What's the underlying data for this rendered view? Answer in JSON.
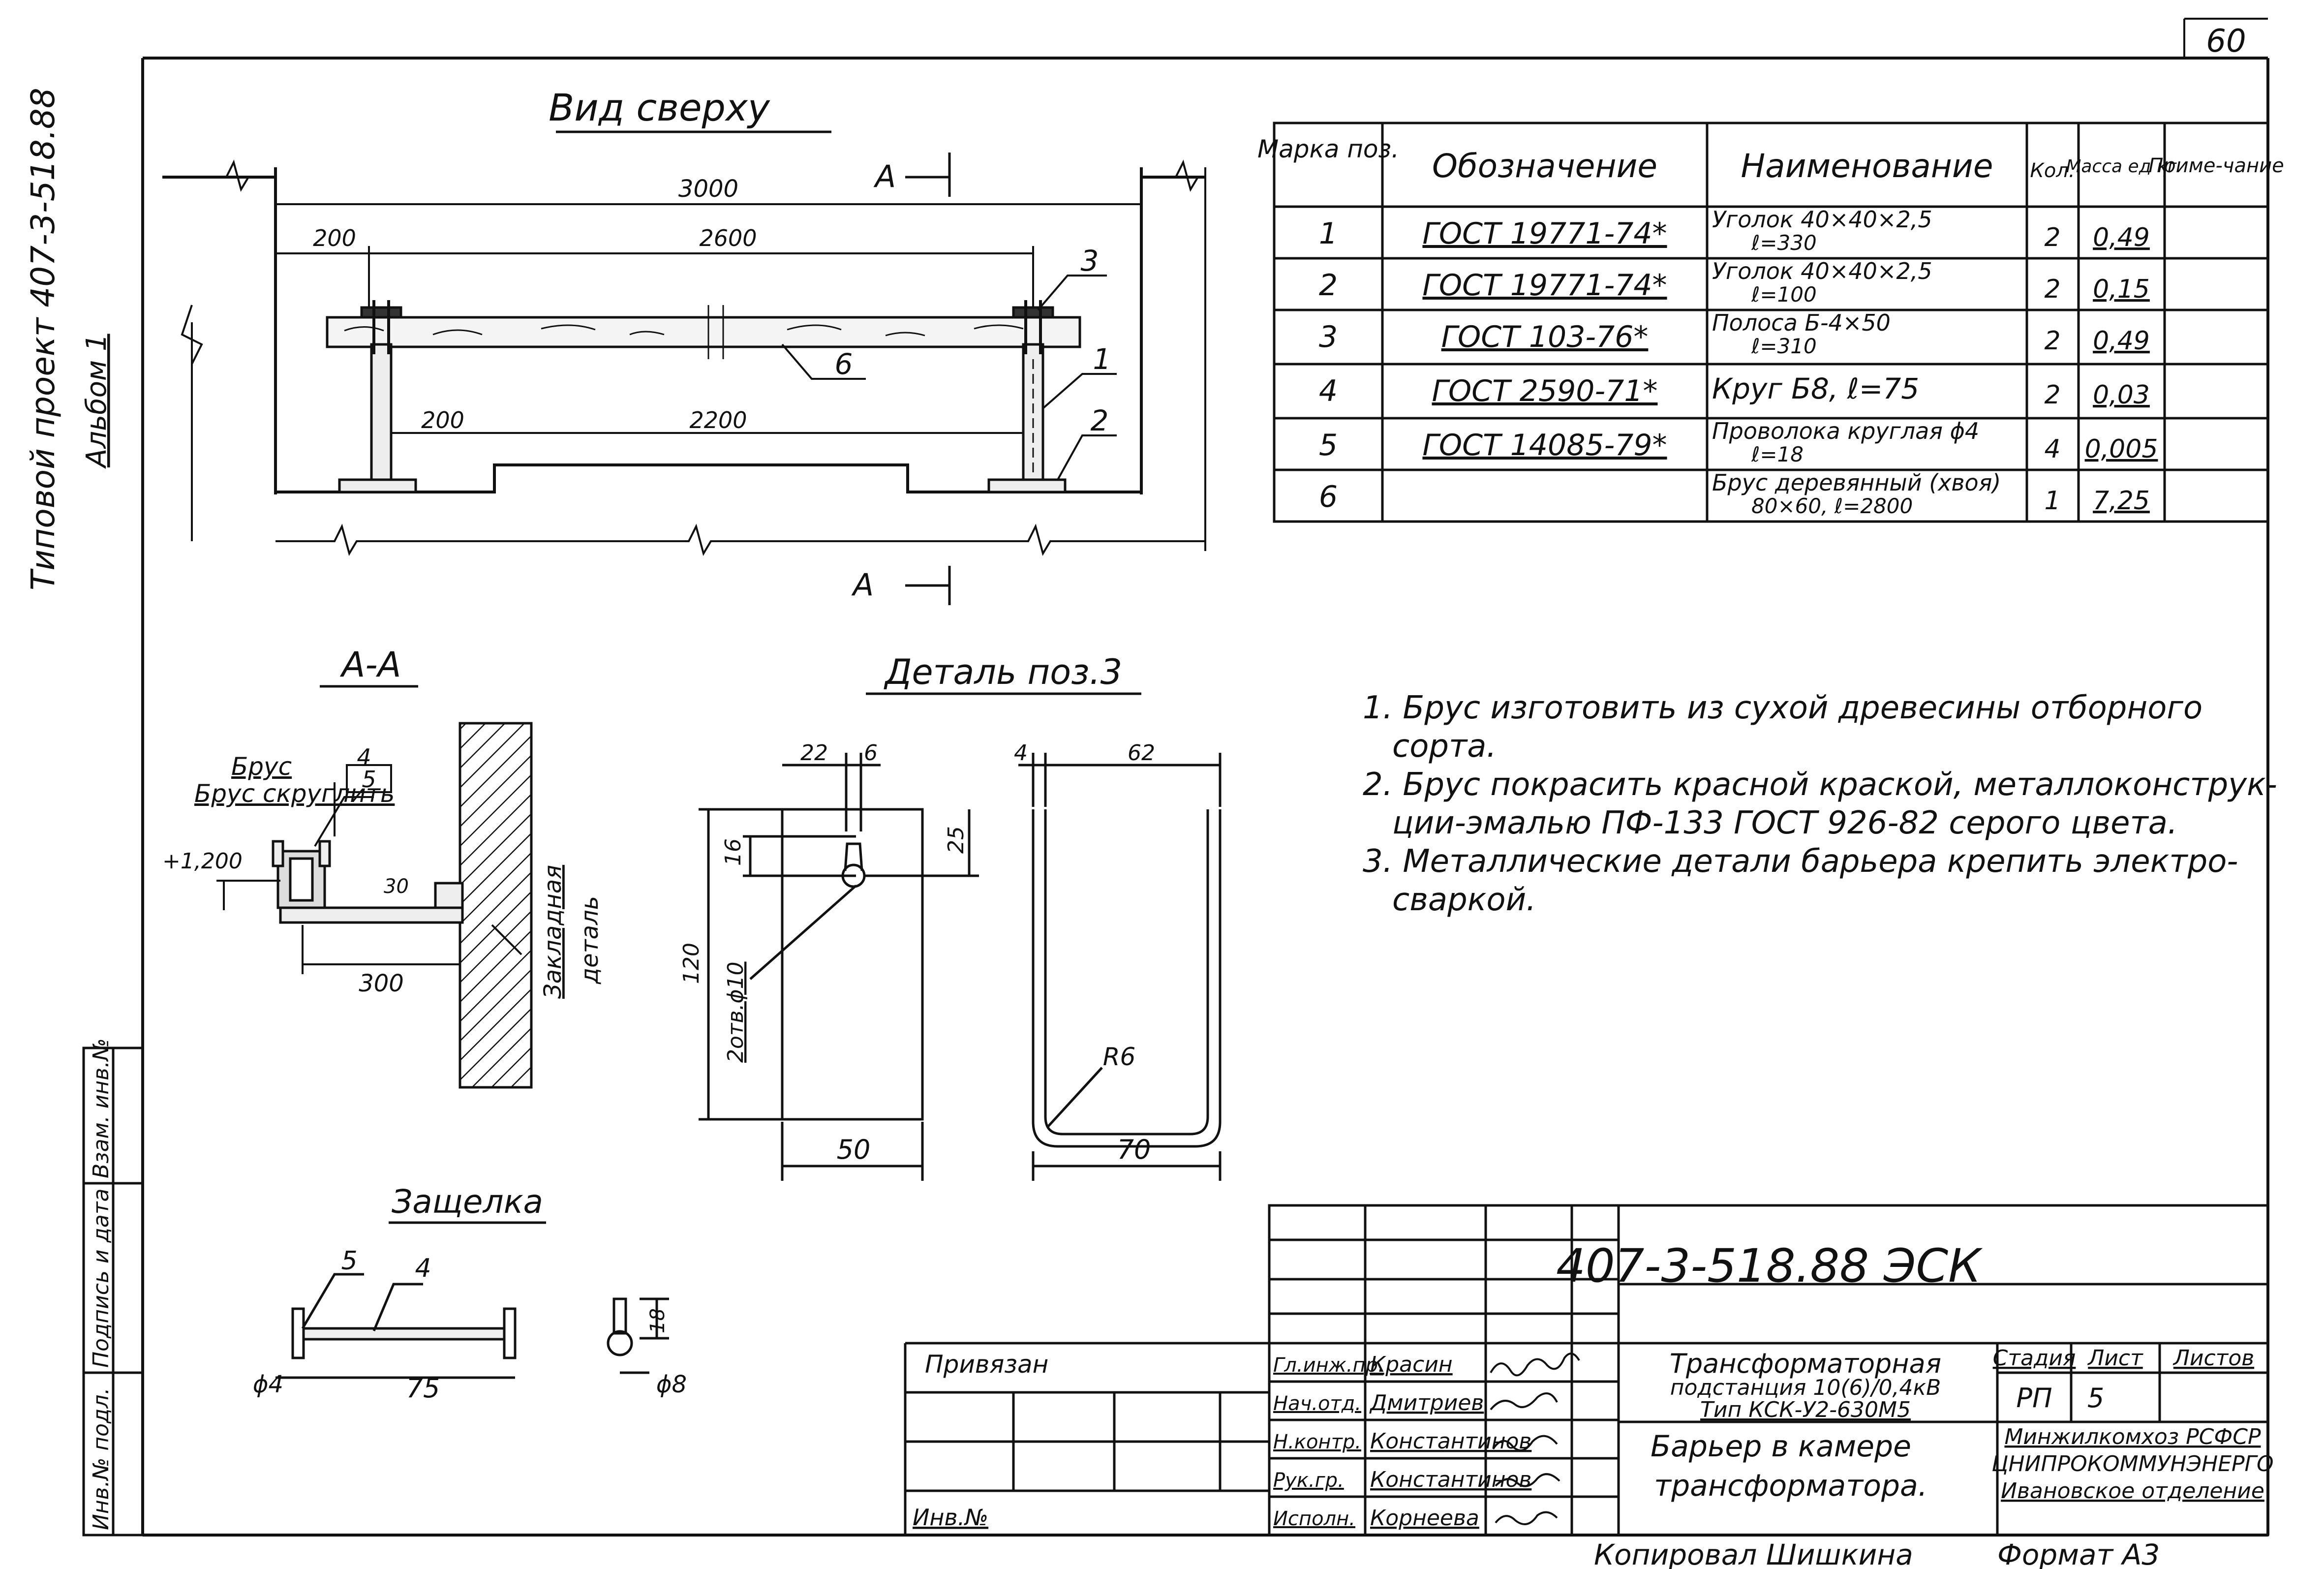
{
  "page_number": "60",
  "side_stamp": {
    "project": "Типовой проект 407-3-518.88",
    "album": "Альбом 1"
  },
  "left_cells": [
    "Инв.№ подл.",
    "Подпись и дата",
    "Взам. инв.№"
  ],
  "top_view": {
    "title": "Вид сверху",
    "dims": {
      "overall": "3000",
      "left": "200",
      "span": "2600",
      "bottom_left": "200",
      "bottom_span": "2200"
    },
    "section_mark": "А",
    "callouts": [
      "3",
      "6",
      "1",
      "2"
    ]
  },
  "spec": {
    "headers": [
      "Марка поз.",
      "Обозначение",
      "Наименование",
      "Кол.",
      "Масса ед кг",
      "Приме-чание"
    ],
    "rows": [
      {
        "pos": "1",
        "code": "ГОСТ 19771-74*",
        "name1": "Уголок 40×40×2,5",
        "name2": "ℓ=330",
        "qty": "2",
        "mass": "0,49",
        "note": ""
      },
      {
        "pos": "2",
        "code": "ГОСТ 19771-74*",
        "name1": "Уголок 40×40×2,5",
        "name2": "ℓ=100",
        "qty": "2",
        "mass": "0,15",
        "note": ""
      },
      {
        "pos": "3",
        "code": "ГОСТ 103-76*",
        "name1": "Полоса Б-4×50",
        "name2": "ℓ=310",
        "qty": "2",
        "mass": "0,49",
        "note": ""
      },
      {
        "pos": "4",
        "code": "ГОСТ 2590-71*",
        "name1": "Круг Б8, ℓ=75",
        "name2": "",
        "qty": "2",
        "mass": "0,03",
        "note": ""
      },
      {
        "pos": "5",
        "code": "ГОСТ 14085-79*",
        "name1": "Проволока круглая ϕ4",
        "name2": "ℓ=18",
        "qty": "4",
        "mass": "0,005",
        "note": ""
      },
      {
        "pos": "6",
        "code": "",
        "name1": "Брус деревянный (хвоя)",
        "name2": "80×60, ℓ=2800",
        "qty": "1",
        "mass": "7,25",
        "note": ""
      }
    ]
  },
  "section_aa": {
    "title": "А-А",
    "brus_label": "Брус скруглить",
    "level": "+1,200",
    "dim_30": "30",
    "dim_300": "300",
    "callouts": [
      "4",
      "5"
    ],
    "embed_label1": "Закладная",
    "embed_label2": "деталь"
  },
  "detail3": {
    "title": "Деталь поз.3",
    "dims": {
      "d22": "22",
      "d6": "6",
      "d16": "16",
      "d25": "25",
      "d120": "120",
      "d4": "4",
      "d62": "62",
      "d50": "50",
      "d70": "70",
      "r6": "R6"
    },
    "hole_label": "2отв.ϕ10"
  },
  "latch": {
    "title": "Защелка",
    "callouts": [
      "5",
      "4"
    ],
    "dims": {
      "phi4": "ϕ4",
      "len": "75",
      "h18": "18",
      "phi8": "ϕ8"
    }
  },
  "notes": [
    "1. Брус изготовить из сухой древесины отборного",
    "сорта.",
    "2. Брус покрасить красной краской, металлоконструк-",
    "ции-эмалью ПФ-133 ГОСТ 926-82 серого цвета.",
    "3. Металлические детали барьера крепить электро-",
    "сваркой."
  ],
  "title_block": {
    "code": "407-3-518.88 ЭСК",
    "privyazan": "Привязан",
    "inv": "Инв.№",
    "roles": [
      "Гл.инж.пр.",
      "Нач.отд.",
      "Н.контр.",
      "Рук.гр.",
      "Исполн."
    ],
    "names": [
      "Красин",
      "Дмитриев",
      "Константинов",
      "Константинов",
      "Корнеева"
    ],
    "object": [
      "Трансформаторная",
      "подстанция 10(6)/0,4кВ",
      "Тип КСК-У2-630М5"
    ],
    "drawing": [
      "Барьер в камере",
      "трансформатора."
    ],
    "stage_h": "Стадия",
    "sheet_h": "Лист",
    "sheets_h": "Листов",
    "stage": "РП",
    "sheet": "5",
    "org": [
      "Минжилкомхоз РСФСР",
      "ЦНИПРОКОММУНЭНЕРГО",
      "Ивановское отделение"
    ],
    "copied": "Копировал Шишкина",
    "format": "Формат А3"
  },
  "colors": {
    "ink": "#111111",
    "paper": "#ffffff"
  }
}
